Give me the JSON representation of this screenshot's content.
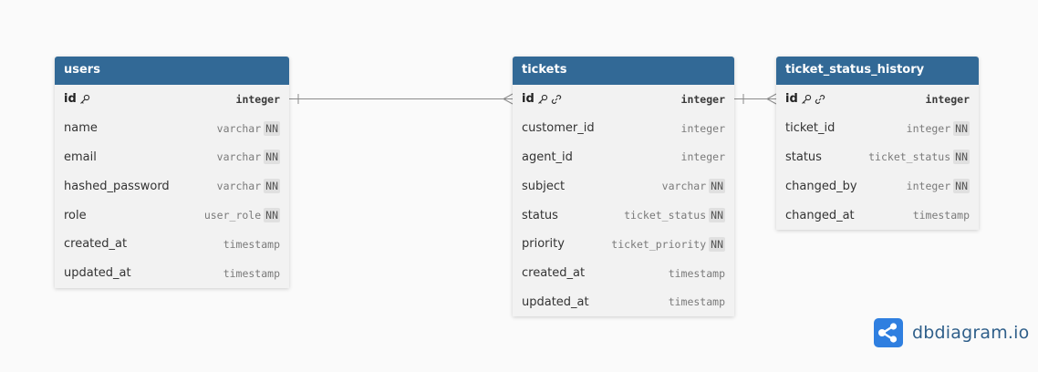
{
  "colors": {
    "header_bg": "#326996",
    "header_text": "#ffffff",
    "table_bg": "#f2f2f2",
    "connector": "#8a8a8a",
    "brand": "#2f5f8a",
    "brand_icon": "#2f7fe0"
  },
  "tables": [
    {
      "name": "users",
      "columns": [
        {
          "name": "id",
          "type": "integer",
          "pk": true,
          "fk": false,
          "nn": false
        },
        {
          "name": "name",
          "type": "varchar",
          "pk": false,
          "fk": false,
          "nn": true
        },
        {
          "name": "email",
          "type": "varchar",
          "pk": false,
          "fk": false,
          "nn": true
        },
        {
          "name": "hashed_password",
          "type": "varchar",
          "pk": false,
          "fk": false,
          "nn": true
        },
        {
          "name": "role",
          "type": "user_role",
          "pk": false,
          "fk": false,
          "nn": true
        },
        {
          "name": "created_at",
          "type": "timestamp",
          "pk": false,
          "fk": false,
          "nn": false
        },
        {
          "name": "updated_at",
          "type": "timestamp",
          "pk": false,
          "fk": false,
          "nn": false
        }
      ]
    },
    {
      "name": "tickets",
      "columns": [
        {
          "name": "id",
          "type": "integer",
          "pk": true,
          "fk": true,
          "nn": false
        },
        {
          "name": "customer_id",
          "type": "integer",
          "pk": false,
          "fk": false,
          "nn": false
        },
        {
          "name": "agent_id",
          "type": "integer",
          "pk": false,
          "fk": false,
          "nn": false
        },
        {
          "name": "subject",
          "type": "varchar",
          "pk": false,
          "fk": false,
          "nn": true
        },
        {
          "name": "status",
          "type": "ticket_status",
          "pk": false,
          "fk": false,
          "nn": true
        },
        {
          "name": "priority",
          "type": "ticket_priority",
          "pk": false,
          "fk": false,
          "nn": true
        },
        {
          "name": "created_at",
          "type": "timestamp",
          "pk": false,
          "fk": false,
          "nn": false
        },
        {
          "name": "updated_at",
          "type": "timestamp",
          "pk": false,
          "fk": false,
          "nn": false
        }
      ]
    },
    {
      "name": "ticket_status_history",
      "columns": [
        {
          "name": "id",
          "type": "integer",
          "pk": true,
          "fk": true,
          "nn": false
        },
        {
          "name": "ticket_id",
          "type": "integer",
          "pk": false,
          "fk": false,
          "nn": true
        },
        {
          "name": "status",
          "type": "ticket_status",
          "pk": false,
          "fk": false,
          "nn": true
        },
        {
          "name": "changed_by",
          "type": "integer",
          "pk": false,
          "fk": false,
          "nn": true
        },
        {
          "name": "changed_at",
          "type": "timestamp",
          "pk": false,
          "fk": false,
          "nn": false
        }
      ]
    }
  ],
  "nn_label": "NN",
  "relationships": [
    {
      "from_table": "users",
      "from_column": "id",
      "to_table": "tickets",
      "to_column": "id",
      "from_end": "one",
      "to_end": "many"
    },
    {
      "from_table": "tickets",
      "from_column": "id",
      "to_table": "ticket_status_history",
      "to_column": "id",
      "from_end": "one",
      "to_end": "many"
    }
  ],
  "brand": {
    "name": "dbdiagram.io",
    "icon": "dbdiagram-logo-icon"
  }
}
